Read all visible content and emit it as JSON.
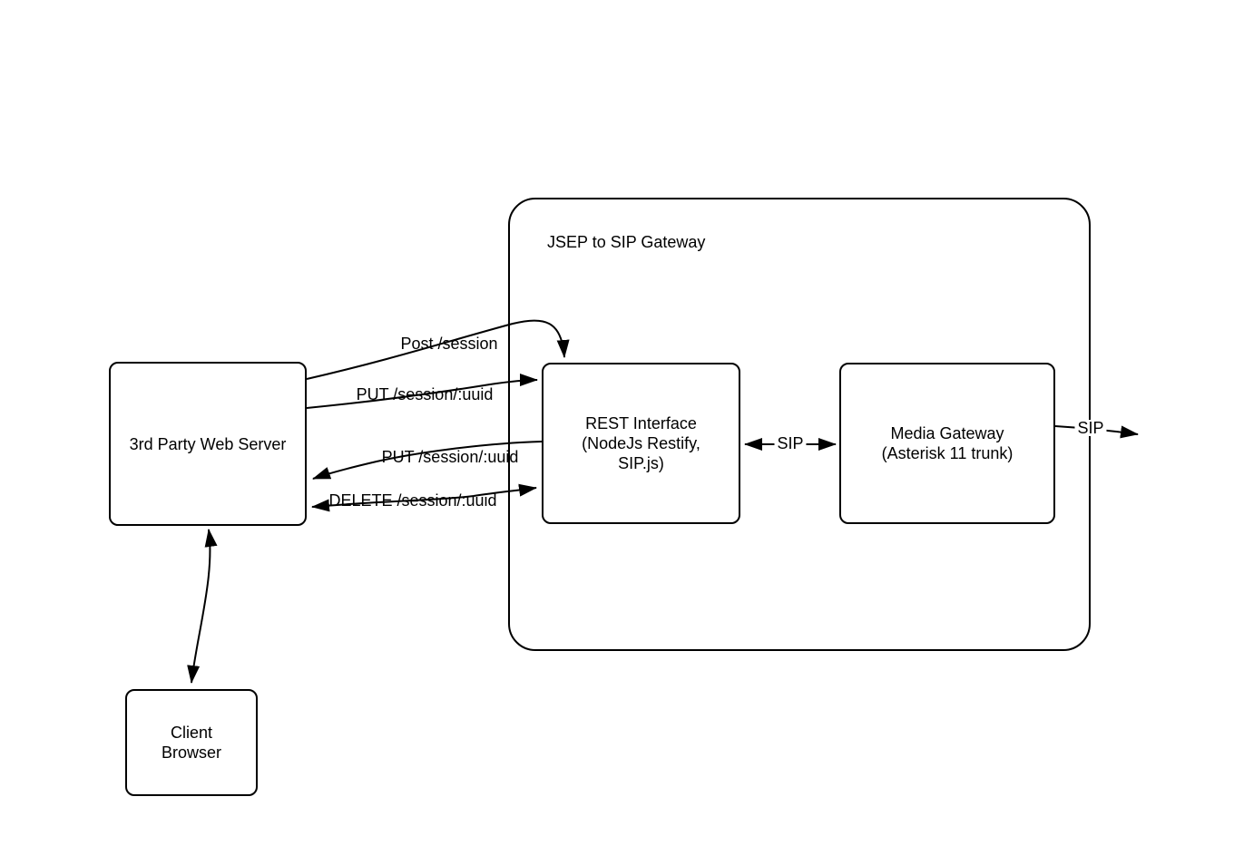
{
  "diagram": {
    "title": "JSEP to SIP Gateway",
    "nodes": {
      "web_server": {
        "label": "3rd Party Web Server"
      },
      "rest_interface": {
        "line1": "REST Interface",
        "line2": "(NodeJs Restify,",
        "line3": "SIP.js)"
      },
      "media_gateway": {
        "line1": "Media Gateway",
        "line2": "(Asterisk 11 trunk)"
      },
      "client_browser": {
        "line1": "Client",
        "line2": "Browser"
      }
    },
    "edges": {
      "post_session": {
        "label": "Post /session",
        "from": "3rd Party Web Server",
        "to": "REST Interface",
        "direction": "one-way"
      },
      "put_session_request": {
        "label": "PUT /session/:uuid",
        "from": "3rd Party Web Server",
        "to": "REST Interface",
        "direction": "one-way"
      },
      "put_session_response": {
        "label": "PUT /session/:uuid",
        "from": "REST Interface",
        "to": "3rd Party Web Server",
        "direction": "one-way"
      },
      "delete_session": {
        "label": "DELETE /session/:uuid",
        "from": "3rd Party Web Server",
        "to": "REST Interface",
        "direction": "two-way"
      },
      "sip_internal": {
        "label": "SIP",
        "from": "REST Interface",
        "to": "Media Gateway",
        "direction": "two-way"
      },
      "sip_external": {
        "label": "SIP",
        "from": "Media Gateway",
        "to": "outside",
        "direction": "one-way"
      },
      "client_link": {
        "label": "",
        "from": "Client Browser",
        "to": "3rd Party Web Server",
        "direction": "two-way"
      }
    },
    "colors": {
      "stroke": "#000000",
      "background": "#ffffff",
      "text": "#000000"
    }
  }
}
